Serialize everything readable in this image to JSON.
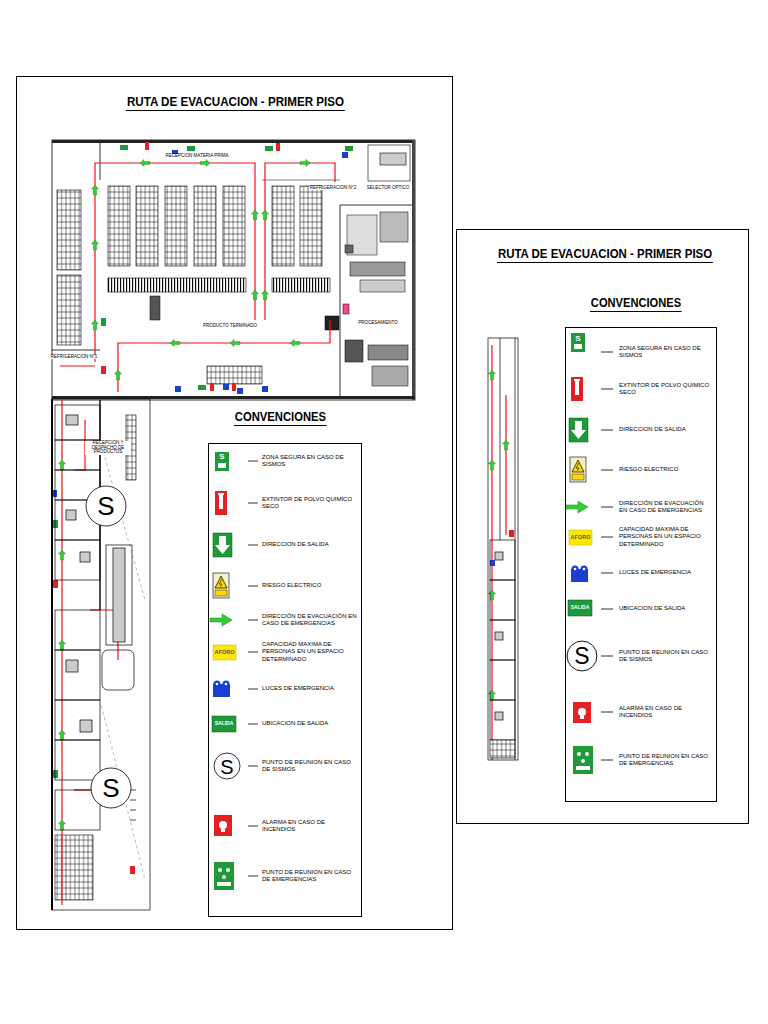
{
  "diagram": {
    "nodes": [
      {
        "text": [
          "RUTA DE EVACUACION - PRIMER PISO"
        ]
      },
      {
        "text": [
          "CONVENCIONES"
        ],
        "in": 0
      },
      {
        "text": [
          "RUTA DE EVACUACION - PRIMER PISO"
        ]
      },
      {
        "text": [
          "CONVENCIONES"
        ],
        "in": 2
      }
    ],
    "labels": [
      "RECEPCION MATERIA PRIMA",
      "REFRIGERACION N°2",
      "SELECTOR OPTICO",
      "PRODUCTO TERMINADO",
      "PROCESAMIENTO",
      "REFRIGERACION N°1",
      "RECEPCION Y DESPACHO DE PRODUCTOS",
      "S",
      "S",
      "S",
      "AFORO",
      "SALIDA",
      "S",
      "S",
      "AFORO",
      "SALIDA",
      "S"
    ],
    "legend": [
      {
        "text": "ZONA SEGURA EN CASO DE SISMOS"
      },
      {
        "text": "EXTINTOR DE POLVO QUIMICO SECO"
      },
      {
        "text": "DIRECCION DE SALIDA"
      },
      {
        "text": "RIESGO ELECTRICO"
      },
      {
        "text": "DIRECCIÓN DE EVACUACIÓN EN CASO DE EMERGENCIAS"
      },
      {
        "text": "CAPACIDAD MAXIMA DE PERSONAS EN UN ESPACIO DETERMINADO"
      },
      {
        "text": "LUCES DE EMERGENCIA"
      },
      {
        "text": "UBICACION DE SALIDA"
      },
      {
        "text": "PUNTO DE REUNION EN CASO DE SISMOS"
      },
      {
        "text": "ALARMA EN CASO DE INCENDIOS"
      },
      {
        "text": "PUNTO DE REUNION EN CASO DE EMERGENCIAS"
      },
      {
        "text": "ZONA SEGURA EN CASO DE SISMOS"
      },
      {
        "text": "EXTINTOR DE POLVO QUIMICO SECO"
      },
      {
        "text": "DIRECCION DE SALIDA"
      },
      {
        "text": "RIESGO ELECTRICO"
      },
      {
        "text": "DIRECCIÓN DE EVACUACIÓN EN CASO DE EMERGENCIAS"
      },
      {
        "text": "CAPACIDAD MAXIMA DE PERSONAS EN UN ESPACIO DETERMINADO"
      },
      {
        "text": "LUCES DE EMERGENCIA"
      },
      {
        "text": "UBICACION DE SALIDA"
      },
      {
        "text": "PUNTO DE REUNION EN CASO DE SISMOS"
      },
      {
        "text": "ALARMA EN CASO DE INCENDIOS"
      },
      {
        "text": "PUNTO DE REUNION EN CASO DE EMERGENCIAS"
      }
    ]
  }
}
